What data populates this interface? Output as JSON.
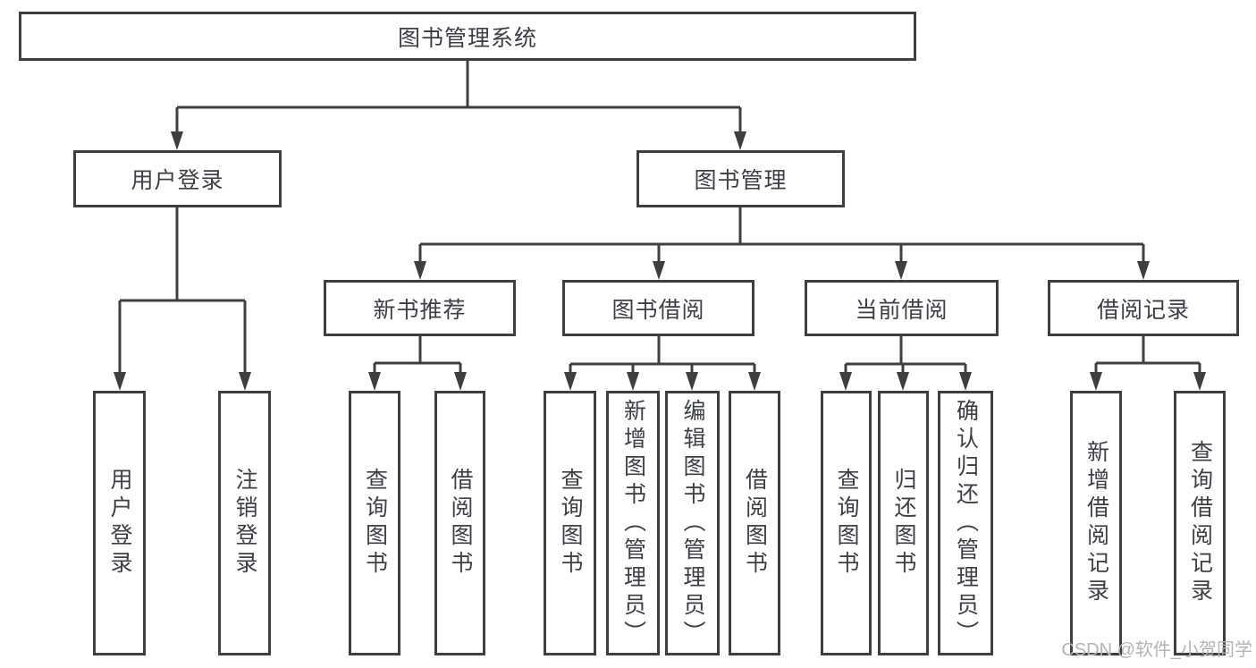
{
  "diagram": {
    "root": {
      "label": "图书管理系统"
    },
    "branches": [
      {
        "label": "用户登录",
        "children": [
          {
            "label": "用户登录"
          },
          {
            "label": "注销登录"
          }
        ]
      },
      {
        "label": "图书管理",
        "sections": [
          {
            "label": "新书推荐",
            "children": [
              {
                "label": "查询图书"
              },
              {
                "label": "借阅图书"
              }
            ]
          },
          {
            "label": "图书借阅",
            "children": [
              {
                "label": "查询图书"
              },
              {
                "label": "新增图书（管理员）"
              },
              {
                "label": "编辑图书（管理员）"
              },
              {
                "label": "借阅图书"
              }
            ]
          },
          {
            "label": "当前借阅",
            "children": [
              {
                "label": "查询图书"
              },
              {
                "label": "归还图书"
              },
              {
                "label": "确认归还（管理员）"
              }
            ]
          },
          {
            "label": "借阅记录",
            "children": [
              {
                "label": "新增借阅记录"
              },
              {
                "label": "查询借阅记录"
              }
            ]
          }
        ]
      }
    ]
  },
  "watermark": {
    "text": "CSDN @软件_小贺同学"
  },
  "colors": {
    "line": "#3f3f3f",
    "text": "#3c4046",
    "watermark": "#b4b4b4"
  }
}
